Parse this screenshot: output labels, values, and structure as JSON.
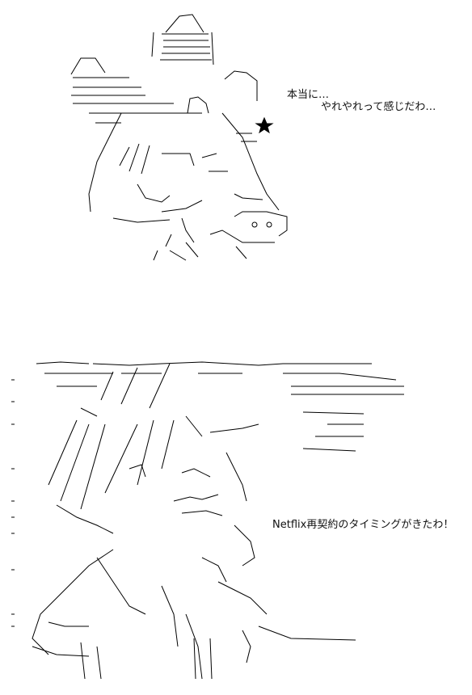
{
  "captions": {
    "top_line1": "本当に…",
    "top_line2": "やれやれって感じだわ…",
    "bottom": "Netflix再契約のタイミングがきたわ！"
  },
  "colors": {
    "background": "#ffffff",
    "ink": "#000000"
  }
}
